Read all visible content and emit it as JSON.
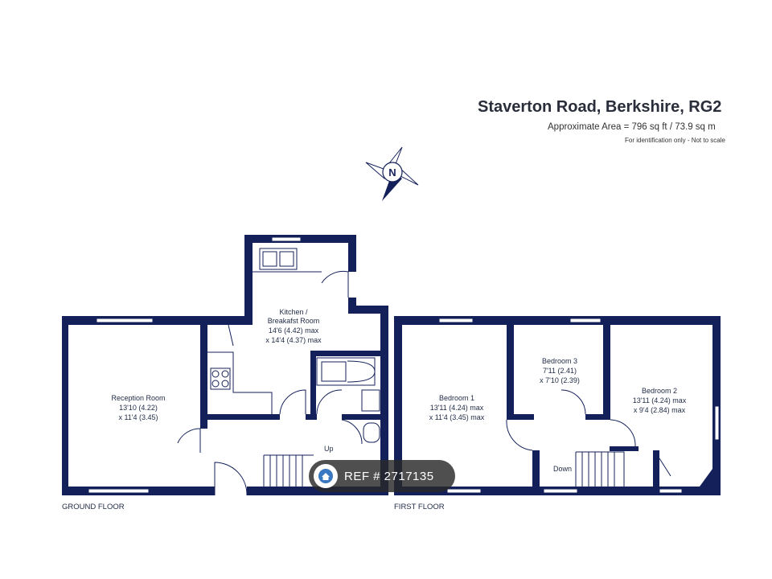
{
  "header": {
    "title": "Staverton Road, Berkshire, RG2",
    "area": "Approximate Area = 796 sq ft / 73.9 sq m",
    "note": "For identification only - Not to scale"
  },
  "compass": {
    "letter": "N"
  },
  "ground_floor": {
    "label": "GROUND FLOOR",
    "kitchen": {
      "name1": "Kitchen /",
      "name2": "Breakafst Room",
      "dim1": "14'6 (4.42) max",
      "dim2": "x 14'4 (4.37) max"
    },
    "reception": {
      "name": "Reception Room",
      "dim1": "13'10 (4.22)",
      "dim2": "x 11'4 (3.45)"
    },
    "stairs": "Up"
  },
  "first_floor": {
    "label": "FIRST FLOOR",
    "bedroom1": {
      "name": "Bedroom 1",
      "dim1": "13'11 (4.24) max",
      "dim2": "x 11'4 (3.45) max"
    },
    "bedroom3": {
      "name": "Bedroom 3",
      "dim1": "7'11 (2.41)",
      "dim2": "x 7'10 (2.39)"
    },
    "bedroom2": {
      "name": "Bedroom 2",
      "dim1": "13'11 (4.24) max",
      "dim2": "x 9'4 (2.84) max"
    },
    "stairs": "Down"
  },
  "watermark": {
    "text": "REF # 2717135",
    "icon": "house-icon"
  },
  "colors": {
    "wall": "#14205a",
    "badge": "#282828"
  }
}
